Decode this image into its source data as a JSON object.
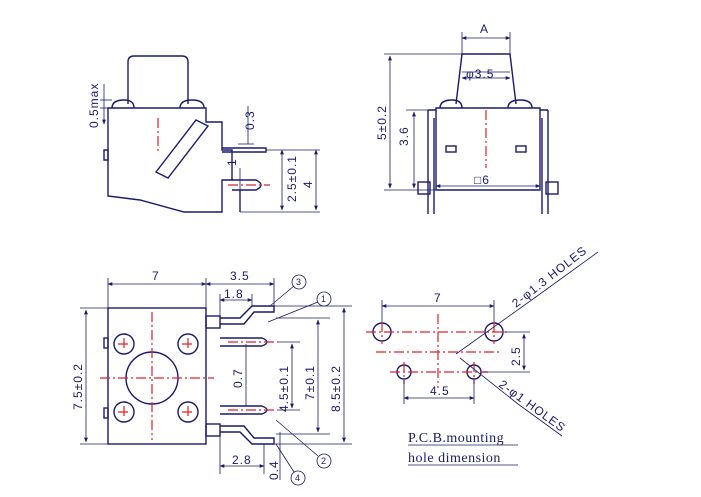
{
  "side_view": {
    "dim_0_5max": "0.5max",
    "dim_0_3": "0.3",
    "dim_1": "1",
    "dim_2_5": "2.5±0.1",
    "dim_4": "4"
  },
  "front_view": {
    "dim_a": "A",
    "dim_phi35": "φ3.5",
    "dim_5": "5±0.2",
    "dim_3_6": "3.6",
    "dim_sq6": "□6"
  },
  "bottom_view": {
    "dim_7": "7",
    "dim_3_5": "3.5",
    "dim_1_8": "1.8",
    "dim_7_5": "7.5±0.2",
    "dim_0_7": "0.7",
    "dim_4_5": "4.5±0.1",
    "dim_7_01": "7±0.1",
    "dim_8_5": "8.5±0.2",
    "dim_2_8": "2.8",
    "dim_0_4": "0.4",
    "balloon_1": "1",
    "balloon_2": "2",
    "balloon_3": "3",
    "balloon_4": "4"
  },
  "pcb_view": {
    "dim_7": "7",
    "dim_2_5": "2.5",
    "dim_4_5": "4.5",
    "holes_1_3": "2-φ1.3 HOLES",
    "holes_1": "2-φ1 HOLES",
    "caption_line1": "P.C.B.mounting",
    "caption_line2": "hole dimension"
  }
}
